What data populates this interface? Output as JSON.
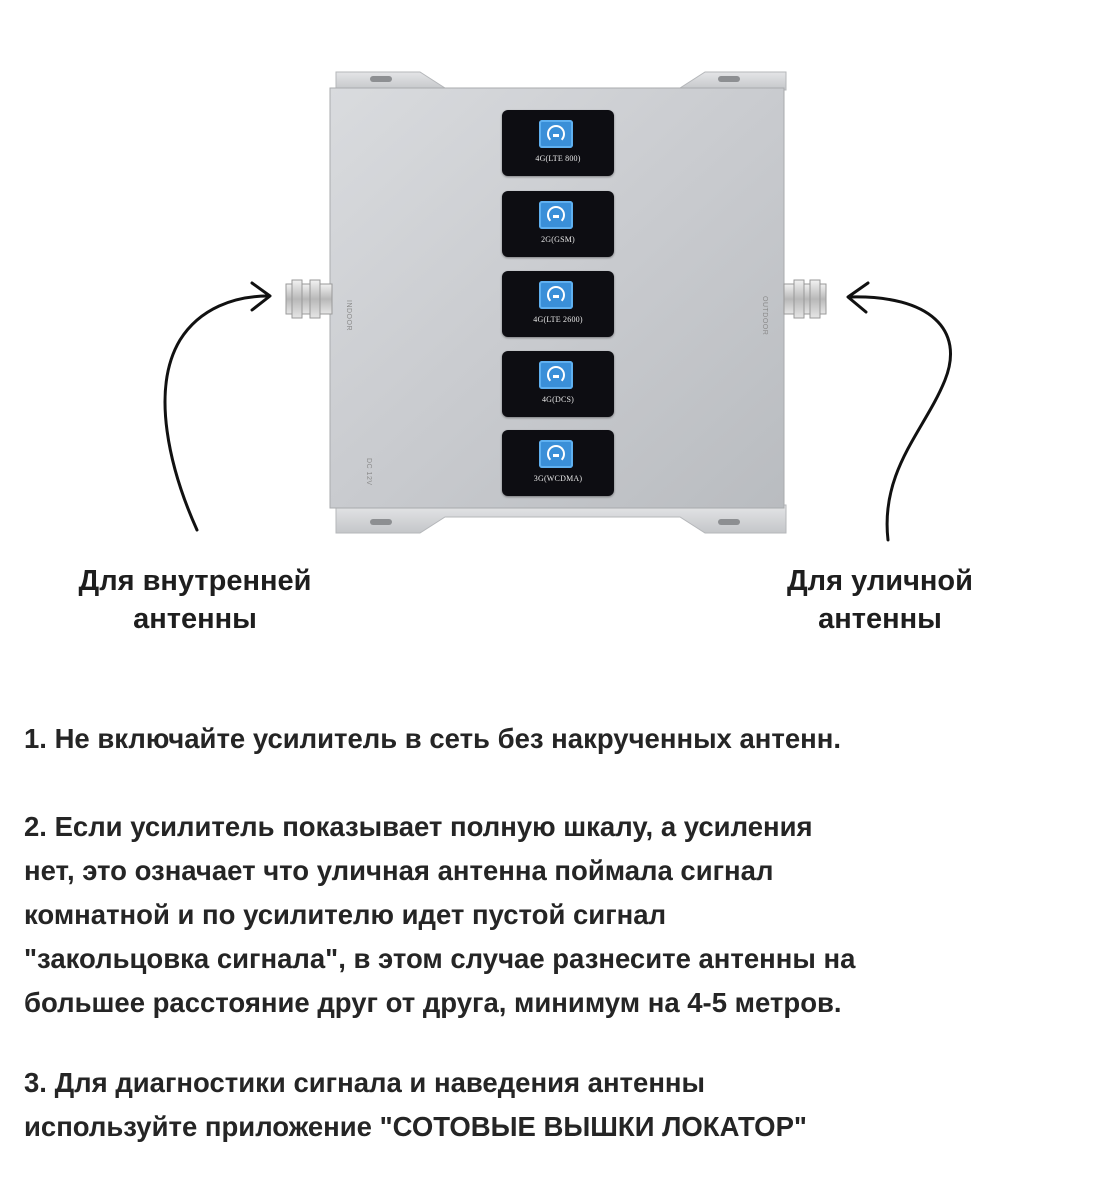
{
  "device": {
    "bands": [
      {
        "label": "4G(LTE 800)"
      },
      {
        "label": "2G(GSM)"
      },
      {
        "label": "4G(LTE 2600)"
      },
      {
        "label": "4G(DCS)"
      },
      {
        "label": "3G(WCDMA)"
      }
    ],
    "left_port_label": "INDOOR",
    "right_port_label": "OUTDOOR",
    "bottom_left_label": "DC 12V"
  },
  "captions": {
    "indoor": "Для внутренней\nантенны",
    "outdoor": "Для уличной\nантенны"
  },
  "instructions": [
    "1. Не включайте усилитель в сеть без накрученных антенн.",
    "2. Если усилитель показывает полную шкалу, а усиления\nнет, это означает что уличная антенна поймала сигнал\nкомнатной и по усилителю идет пустой сигнал\n\"закольцовка сигнала\", в этом случае разнесите антенны на\nбольшее расстояние друг от друга, минимум на 4-5 метров.",
    "3. Для диагностики сигнала и наведения антенны\nиспользуйте приложение \"СОТОВЫЕ ВЫШКИ ЛОКАТОР\""
  ]
}
